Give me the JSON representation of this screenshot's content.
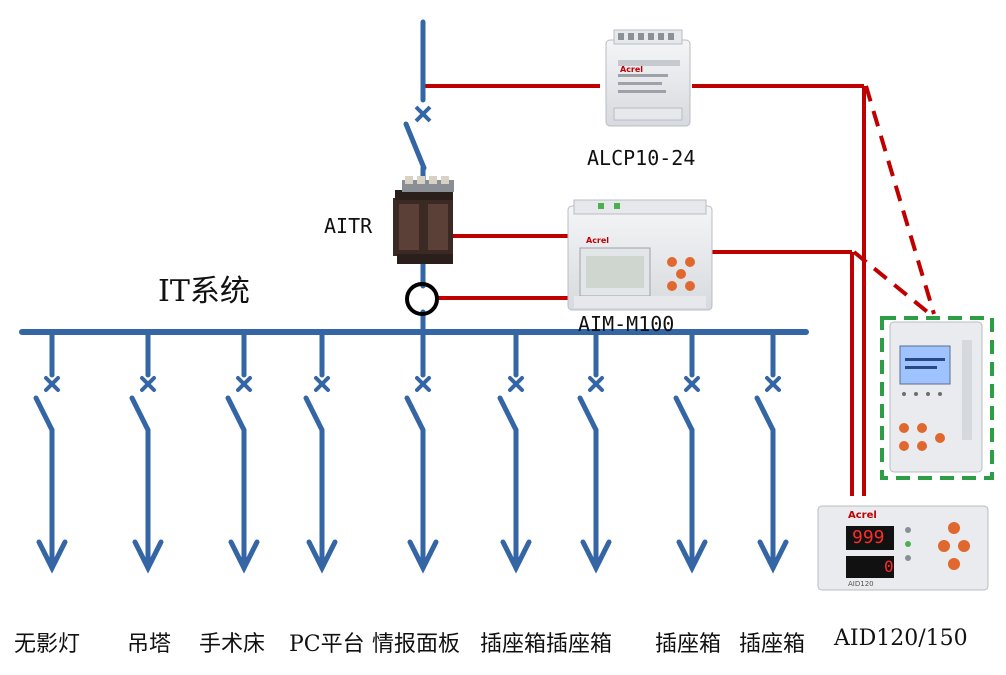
{
  "system_label": "IT系统",
  "transformer_label": "AITR",
  "devices": {
    "alcp": "ALCP10-24",
    "aim": "AIM-M100",
    "aid_label": "AID120/150"
  },
  "loads": [
    "无影灯",
    "吊塔",
    "手术床",
    "PC平台",
    "情报面板",
    "插座箱",
    "插座箱",
    "插座箱",
    "插座箱"
  ],
  "device_text": {
    "brand": "Acrel",
    "aid_display_top": "999",
    "aid_display_bottom": "0",
    "aid_model": "AID120"
  },
  "colors": {
    "bus": "#3465a4",
    "signal": "#c00000",
    "highlight_box": "#2e9e44"
  }
}
